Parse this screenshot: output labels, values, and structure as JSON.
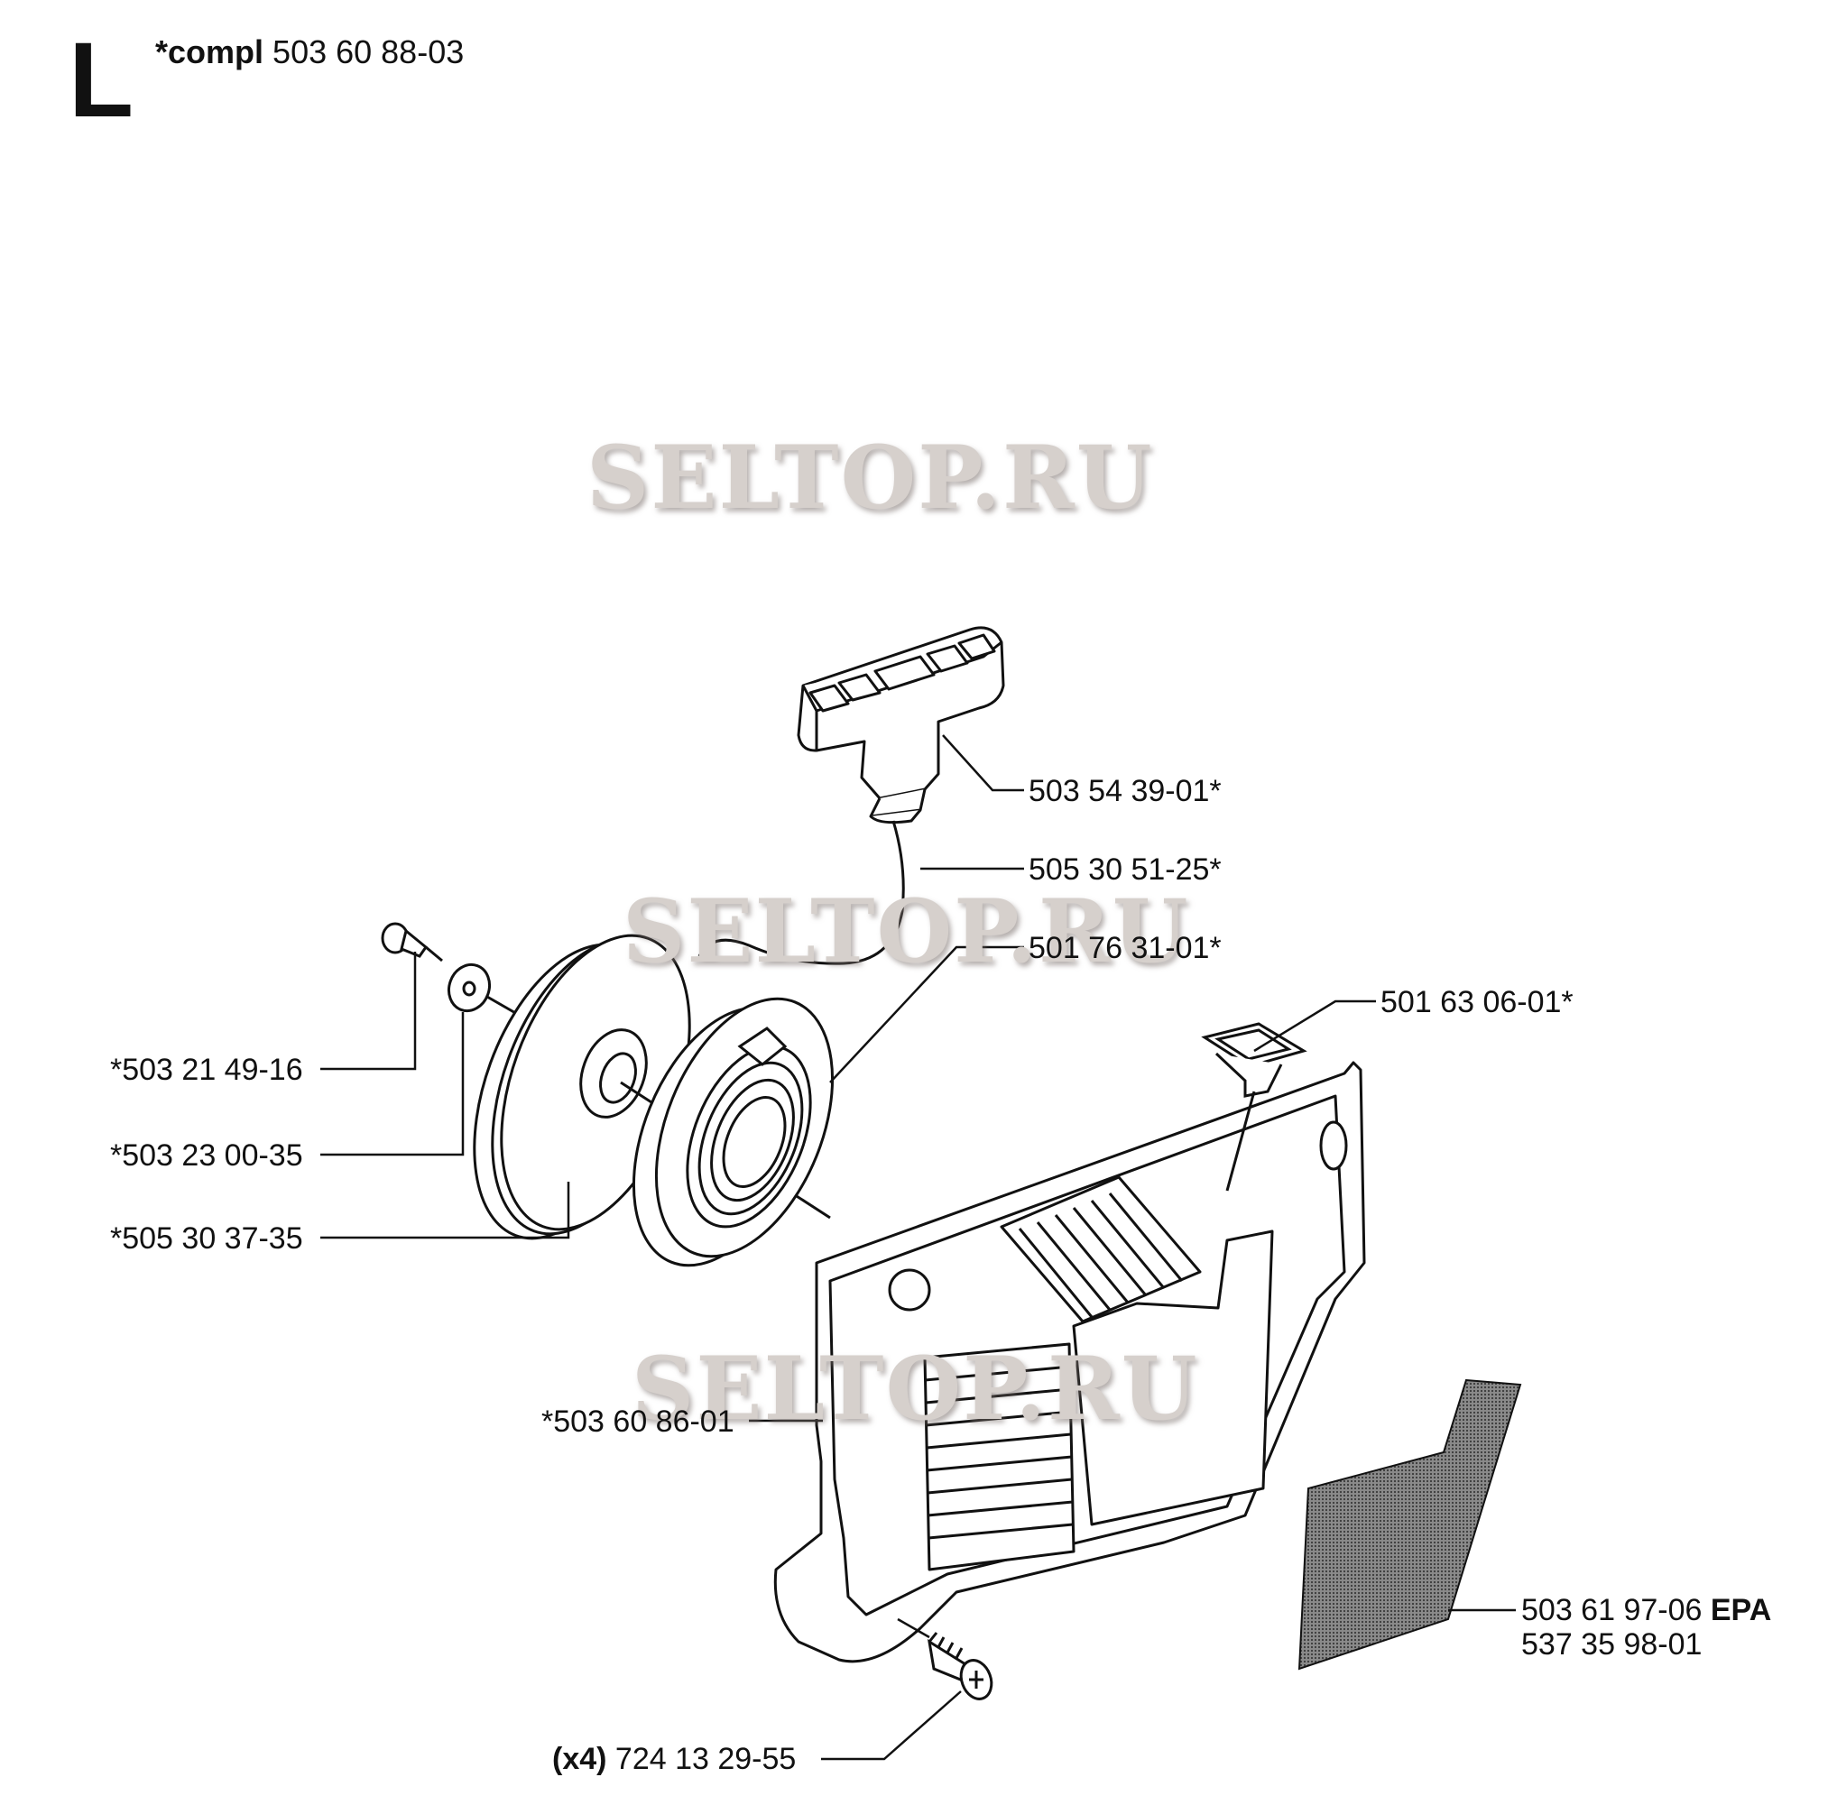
{
  "header": {
    "section_letter": "L",
    "compl_prefix": "*compl",
    "compl_number": "503 60 88-03"
  },
  "watermark_text": "SELTOP.RU",
  "parts": {
    "handle": "503 54 39-01*",
    "cord": "505 30 51-25*",
    "spring_cassette": "501 76 31-01*",
    "grommet": "501 63 06-01*",
    "screw": "*503 21 49-16",
    "washer": "*503 23 00-35",
    "pulley": "*505 30 37-35",
    "cover": "*503 60 86-01",
    "decal_number": "503 61 97-06",
    "decal_suffix": "EPA",
    "decal_alt": "537 35 98-01",
    "cover_screw_qty": "(x4)",
    "cover_screw": "724 13 29-55"
  },
  "colors": {
    "line": "#111111",
    "decal_fill": "#555555",
    "watermark": "#d6d0cc"
  }
}
